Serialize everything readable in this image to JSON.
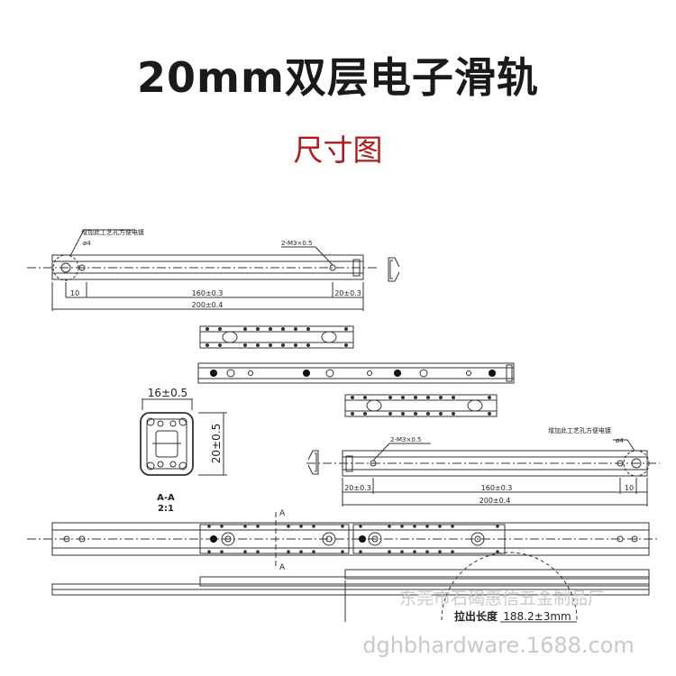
{
  "title": "20mm双层电子滑轨",
  "subtitle": "尺寸图",
  "drawing": {
    "top_view": {
      "note": "增加此工艺孔方便电镀",
      "hole_dia": "ø4",
      "screw_holes": "2-M3×0.5",
      "dim_10": "10",
      "dim_160": "160±0.3",
      "dim_20": "20±0.3",
      "dim_200": "200±0.4"
    },
    "mirror_view": {
      "note": "增加此工艺孔方便电镀",
      "hole_dia": "ø4",
      "screw_holes": "2-M3×0.5",
      "dim_20": "20±0.3",
      "dim_160": "160±0.3",
      "dim_200": "200±0.4",
      "dim_10": "10"
    },
    "section": {
      "width": "16±0.5",
      "height": "20±0.5",
      "label": "A-A",
      "scale": "2:1"
    },
    "assembly": {
      "cut_mark": "A",
      "stroke_label": "拉出长度",
      "stroke_value": "188.2±3mm"
    }
  },
  "watermark": {
    "company": "东莞市石碣惠信五金制品厂",
    "url": "dghbhardware.1688.com"
  }
}
